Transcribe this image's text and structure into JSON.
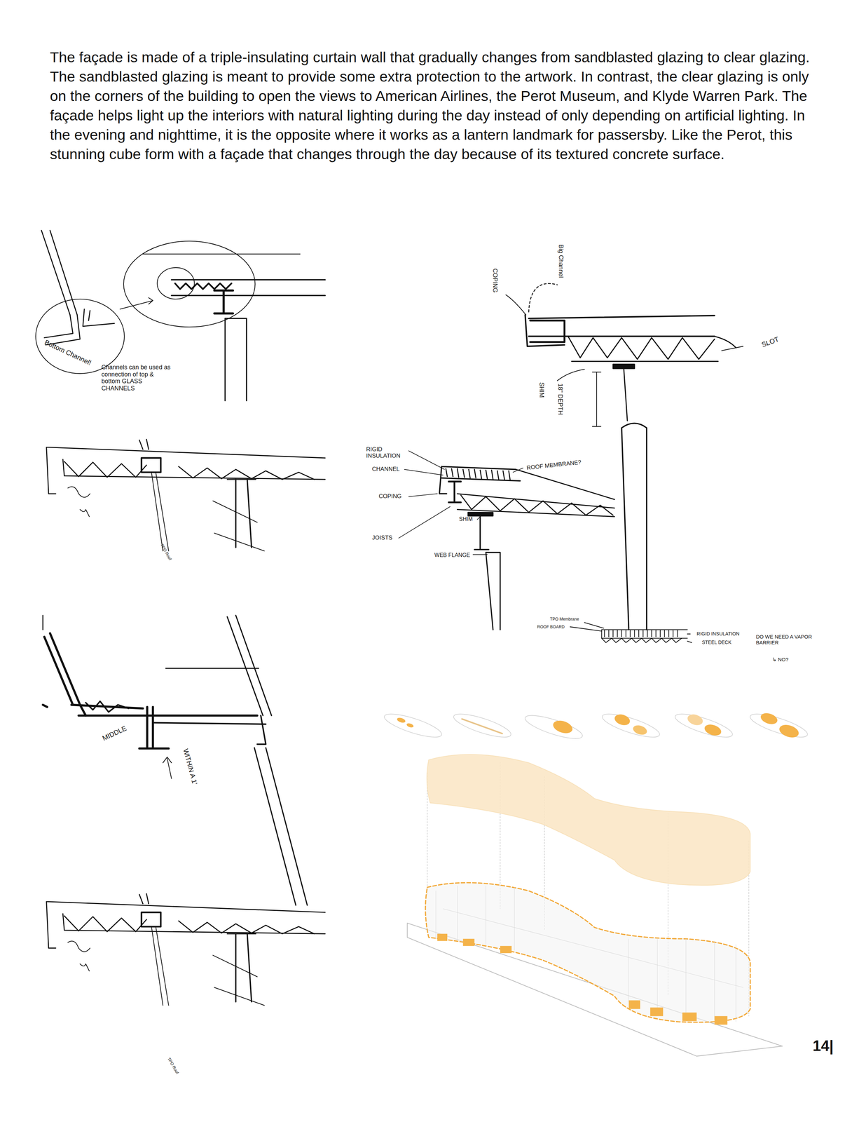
{
  "diagram": {
    "labels": [
      "The façade is made of a triple-insulating curtain wall that gradually changes from sandblasted glazing to clear glazing. The sandblasted glazing is meant to provide some extra protection to the artwork. In contrast, the clear glazing is only on the corners of the building to open the views to American Airlines, the Perot Museum, and Klyde Warren Park. The façade helps light up the interiors with natural lighting during the day instead of only depending on artificial lighting. In the evening and nighttime, it is the opposite where it works as a lantern landmark for passersby. Like the Perot, this stunning cube form with a façade that changes through the day because of its textured concrete surface.",
      "Bottom Channel!",
      "Channels can be used as connection of top & bottom GLASS CHANNELS",
      "COPING",
      "Big Channel",
      "SLOT",
      "SHIM",
      "18\" DEPTH",
      "RIGID INSULATION",
      "CHANNEL",
      "COPING",
      "ROOF MEMBRANE?",
      "SHIM",
      "JOISTS",
      "WEB FLANGE",
      "TPO Membrane",
      "ROOF BOARD",
      "RIGID INSULATION",
      "STEEL DECK",
      "DO WE NEED A VAPOR BARRIER",
      "↳ NO?",
      "MIDDLE",
      "WITHIN A 1'",
      "TPO Roof",
      "TPO Roof",
      "14|"
    ]
  }
}
